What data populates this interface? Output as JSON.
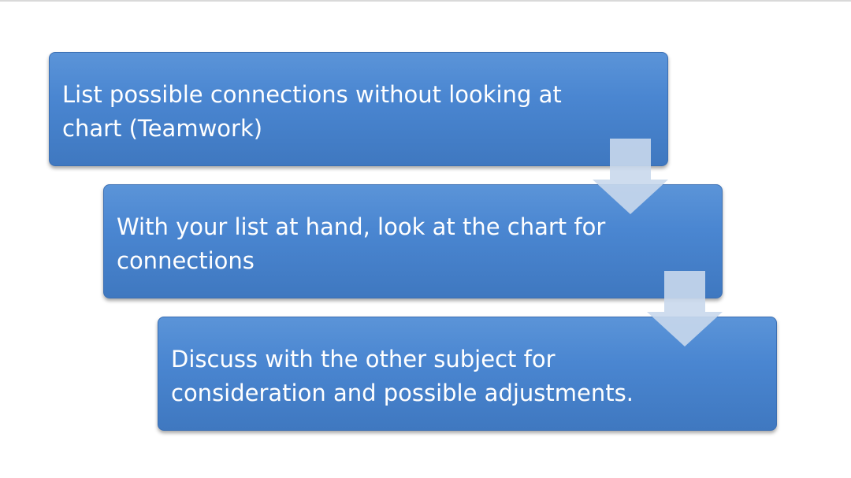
{
  "steps": [
    {
      "text": "List possible connections without looking at chart (Teamwork)"
    },
    {
      "text": "With your list at hand, look at the chart for connections"
    },
    {
      "text": "Discuss with the other subject for consideration and possible adjustments."
    }
  ],
  "colors": {
    "box_fill": "#4a86d1",
    "box_border": "#3b6fb3",
    "text": "#ffffff",
    "arrow_fill": "#c9d8ec"
  }
}
